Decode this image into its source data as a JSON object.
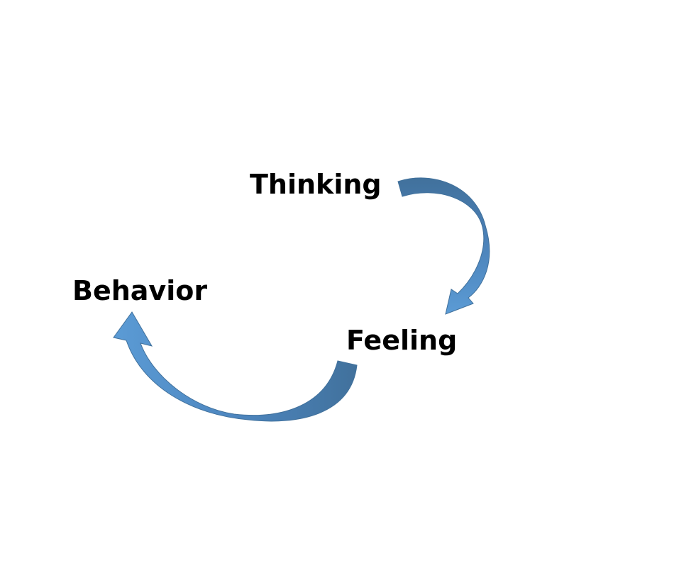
{
  "diagram": {
    "nodes": [
      {
        "id": "thinking",
        "label": "Thinking"
      },
      {
        "id": "feeling",
        "label": "Feeling"
      },
      {
        "id": "behavior",
        "label": "Behavior"
      }
    ],
    "edges": [
      {
        "from": "thinking",
        "to": "feeling"
      },
      {
        "from": "feeling",
        "to": "behavior"
      }
    ],
    "colors": {
      "arrow_light": "#5b9bd5",
      "arrow_dark": "#41719c",
      "text": "#000000",
      "background": "#ffffff"
    }
  }
}
